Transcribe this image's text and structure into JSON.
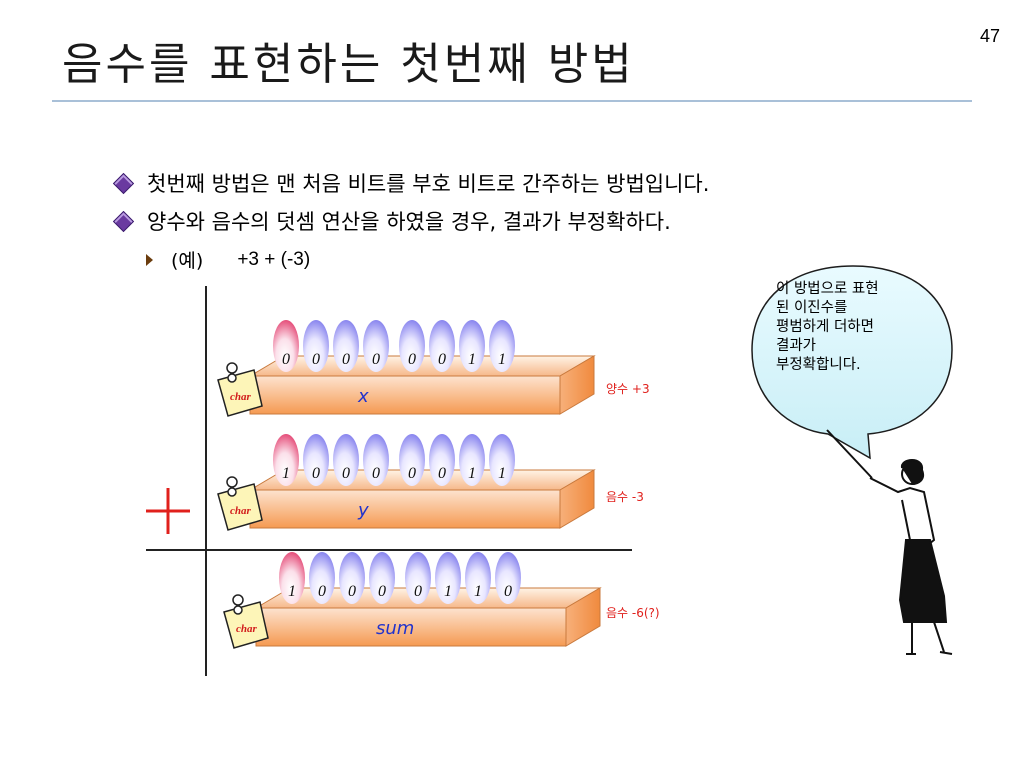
{
  "slide": {
    "title": "음수를 표현하는 첫번째 방법",
    "page_number": "47",
    "bullets": [
      "첫번째 방법은 맨 처음 비트를 부호 비트로 간주하는 방법입니다.",
      "양수와 음수의 덧셈 연산을 하였을 경우, 결과가 부정확하다."
    ],
    "example": {
      "marker": "(예)",
      "expression": "+3 + (-3)"
    }
  },
  "diagram": {
    "rows": [
      {
        "var": "x",
        "tag": "char",
        "bits": [
          "0",
          "0",
          "0",
          "0",
          "0",
          "0",
          "1",
          "1"
        ],
        "label": "양수 +3"
      },
      {
        "var": "y",
        "tag": "char",
        "bits": [
          "1",
          "0",
          "0",
          "0",
          "0",
          "0",
          "1",
          "1"
        ],
        "label": "음수 -3"
      },
      {
        "var": "sum",
        "tag": "char",
        "bits": [
          "1",
          "0",
          "0",
          "0",
          "0",
          "1",
          "1",
          "0"
        ],
        "label": "음수 -6(?)"
      }
    ],
    "operator": "+",
    "sign_bit_color": "#e23b6b",
    "bit_color": "#6f6ee6"
  },
  "bubble": {
    "lines": [
      "이 방법으로 표현",
      "된 이진수를",
      "평범하게 더하면",
      "결과가",
      "부정확합니다."
    ]
  }
}
